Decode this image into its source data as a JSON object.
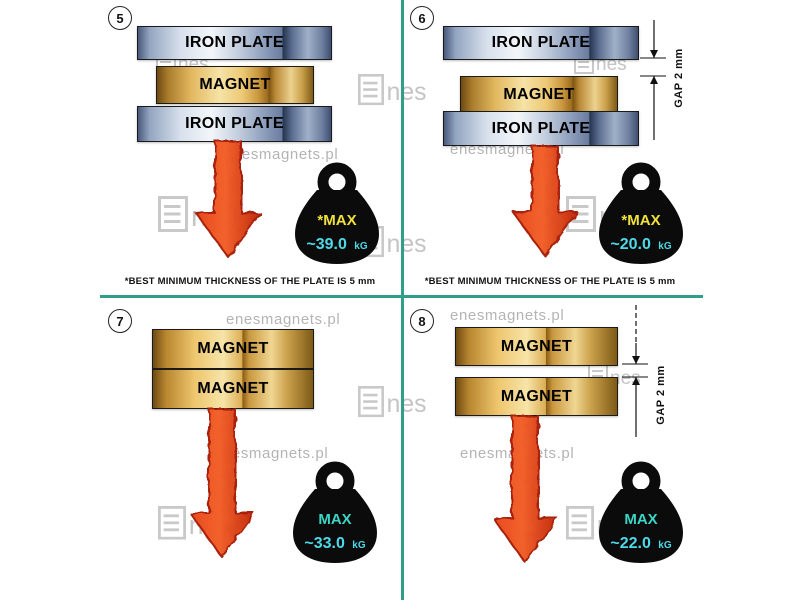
{
  "watermarks": {
    "url": "enesmagnets.pl",
    "logo_suffix": "nes"
  },
  "colors": {
    "divider": "#2f9e8a",
    "arrow": "#e8491f",
    "kettlebell": "#0b0b0b"
  },
  "panels": {
    "p5": {
      "number": "5",
      "plate_top": "IRON PLATE",
      "magnet": "MAGNET",
      "plate_bottom": "IRON PLATE",
      "weight": {
        "max": "*MAX",
        "value": "~39.0",
        "unit": "kG",
        "max_color": "#f0e23c",
        "value_color": "#4dd9e8"
      },
      "footnote_text": "*BEST MINIMUM THICKNESS OF THE PLATE IS",
      "footnote_bold": "5 mm"
    },
    "p6": {
      "number": "6",
      "plate_top": "IRON PLATE",
      "magnet": "MAGNET",
      "plate_bottom": "IRON PLATE",
      "gap_label": "GAP 2 mm",
      "weight": {
        "max": "*MAX",
        "value": "~20.0",
        "unit": "kG",
        "max_color": "#f0e23c",
        "value_color": "#4dd9e8"
      },
      "footnote_text": "*BEST MINIMUM THICKNESS OF THE PLATE IS",
      "footnote_bold": "5 mm"
    },
    "p7": {
      "number": "7",
      "magnet_top": "MAGNET",
      "magnet_bottom": "MAGNET",
      "weight": {
        "max": "MAX",
        "value": "~33.0",
        "unit": "kG",
        "max_color": "#3bd6c6",
        "value_color": "#4dd9e8"
      }
    },
    "p8": {
      "number": "8",
      "magnet_top": "MAGNET",
      "magnet_bottom": "MAGNET",
      "gap_label": "GAP 2 mm",
      "weight": {
        "max": "MAX",
        "value": "~22.0",
        "unit": "kG",
        "max_color": "#3bd6c6",
        "value_color": "#4dd9e8"
      }
    }
  }
}
